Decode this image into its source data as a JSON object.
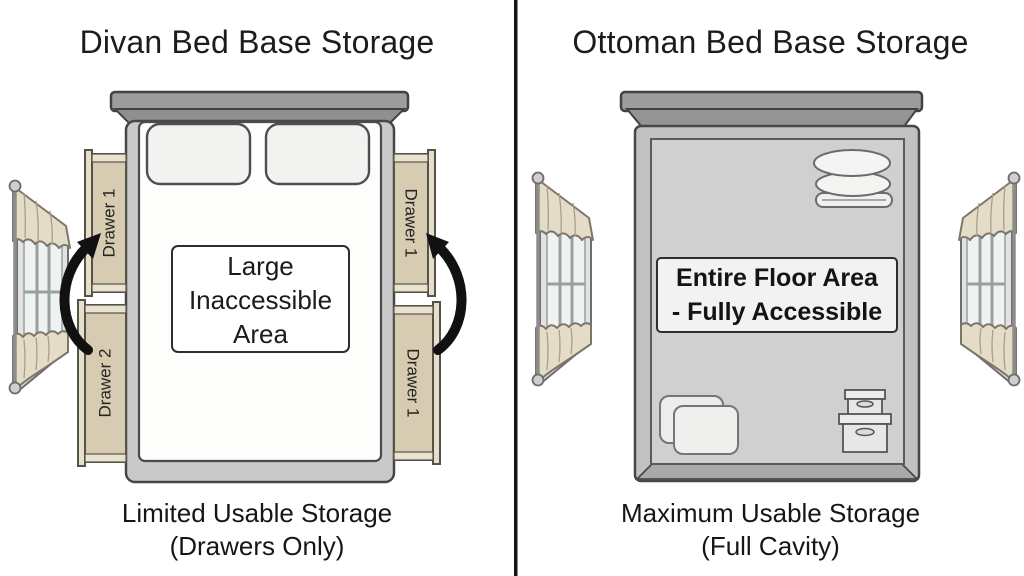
{
  "divan": {
    "title": "Divan Bed Base Storage",
    "center_label": {
      "line1": "Large",
      "line2": "Inaccessible",
      "line3": "Area"
    },
    "drawers": {
      "top_left": "Drawer 1",
      "bottom_left": "Drawer 2",
      "top_right": "Drawer 1",
      "bottom_right": "Drawer 1"
    },
    "caption": {
      "line1": "Limited Usable Storage",
      "line2": "(Drawers Only)"
    }
  },
  "ottoman": {
    "title": "Ottoman Bed Base Storage",
    "center_label": {
      "line1": "Entire Floor Area",
      "line2": "- Fully Accessible"
    },
    "caption": {
      "line1": "Maximum Usable Storage",
      "line2": "(Full Cavity)"
    }
  },
  "colors": {
    "background": "#ffffff",
    "divider": "#141414",
    "headboard_gray": "#9d9d9d",
    "bed_frame_gray": "#c9c9c9",
    "mattress_white": "#fdfdfc",
    "drawer_tan": "#d7cbb1",
    "ottoman_frame_gray": "#c1c1c1",
    "ottoman_cavity_gray": "#d0d0d0",
    "curtain_beige": "#e4dcc7",
    "window_pane_blue": "#eef2f1",
    "arrow_black": "#111111",
    "text_black": "#1b1b1b"
  }
}
